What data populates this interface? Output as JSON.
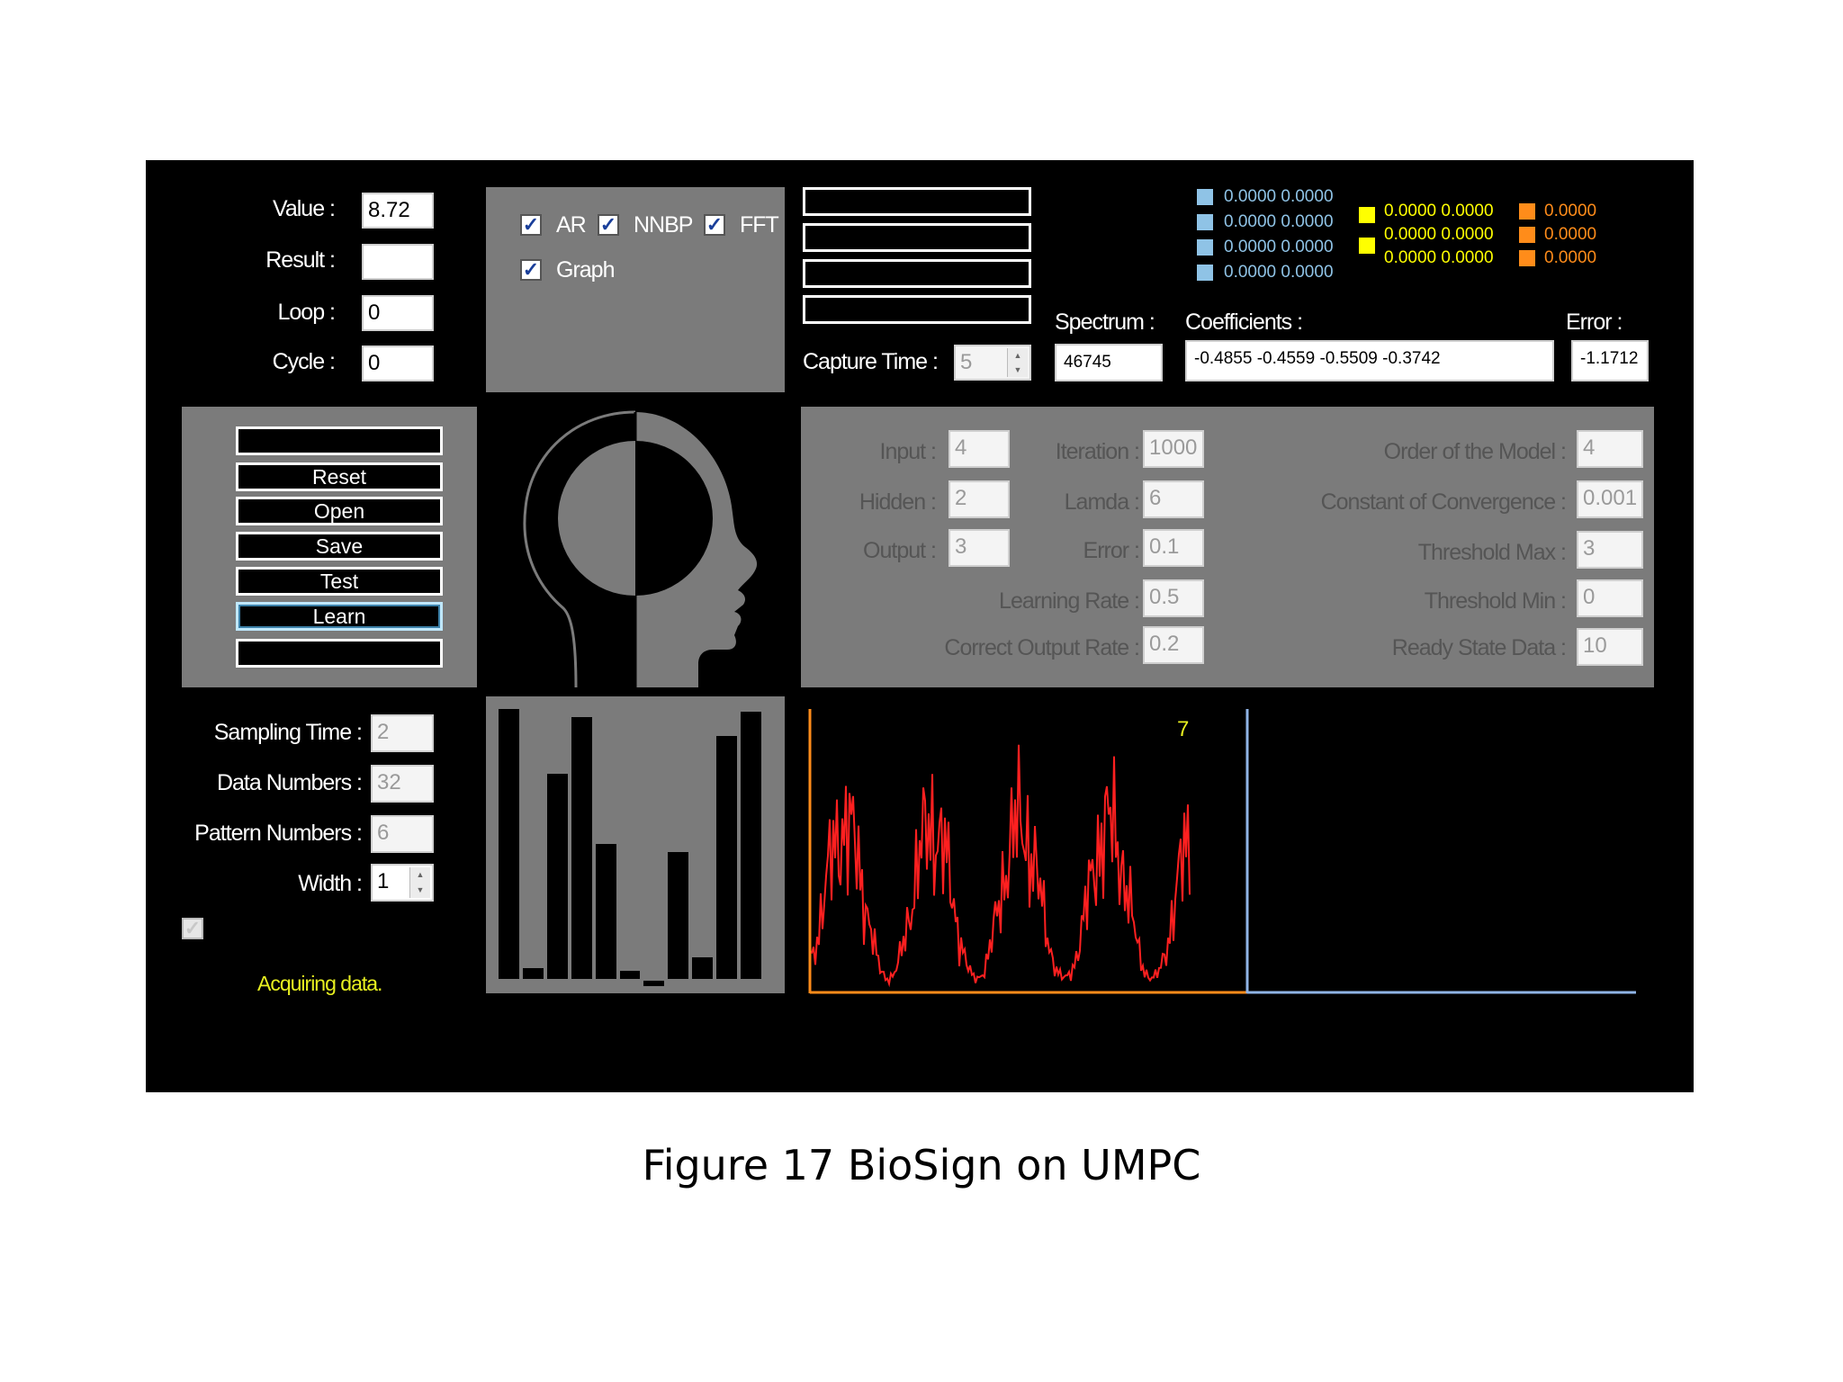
{
  "top_fields": {
    "value_label": "Value :",
    "value": "8.72",
    "result_label": "Result :",
    "result": "",
    "loop_label": "Loop :",
    "loop": "0",
    "cycle_label": "Cycle :",
    "cycle": "0"
  },
  "options": {
    "ar_label": "AR",
    "ar_checked": true,
    "nnbp_label": "NNBP",
    "nnbp_checked": true,
    "fft_label": "FFT",
    "fft_checked": true,
    "graph_label": "Graph",
    "graph_checked": true,
    "check_glyph": "✓"
  },
  "capture": {
    "label": "Capture Time :",
    "value": "5"
  },
  "spectrum": {
    "label": "Spectrum :",
    "value": "46745"
  },
  "coefficients": {
    "label": "Coefficients :",
    "values": "-0.4855   -0.4559   -0.5509   -0.3742"
  },
  "error_top": {
    "label": "Error :",
    "value": "-1.1712"
  },
  "weights": {
    "blue_color": "#8fc3e6",
    "yellow_color": "#ffff00",
    "orange_color": "#ff8c1a",
    "blue_rows": [
      "0.0000  0.0000",
      "0.0000  0.0000",
      "0.0000  0.0000",
      "0.0000  0.0000"
    ],
    "yellow_rows": [
      "0.0000  0.0000",
      "0.0000  0.0000",
      "0.0000  0.0000"
    ],
    "orange_rows": [
      "0.0000",
      "0.0000",
      "0.0000"
    ]
  },
  "buttons": {
    "blank_top": "",
    "reset": "Reset",
    "open": "Open",
    "save": "Save",
    "test": "Test",
    "learn": "Learn",
    "blank_bottom": ""
  },
  "nn_params": {
    "input_label": "Input :",
    "input": "4",
    "hidden_label": "Hidden :",
    "hidden": "2",
    "output_label": "Output :",
    "output": "3",
    "iteration_label": "Iteration :",
    "iteration": "1000",
    "lamda_label": "Lamda :",
    "lamda": "6",
    "error_label": "Error :",
    "error": "0.1",
    "learning_rate_label": "Learning Rate :",
    "learning_rate": "0.5",
    "correct_output_rate_label": "Correct Output Rate :",
    "correct_output_rate": "0.2"
  },
  "model_params": {
    "order_label": "Order of the Model :",
    "order": "4",
    "convergence_label": "Constant of Convergence :",
    "convergence": "0.001",
    "threshold_max_label": "Threshold Max :",
    "threshold_max": "3",
    "threshold_min_label": "Threshold Min :",
    "threshold_min": "0",
    "ready_state_label": "Ready State Data :",
    "ready_state": "10"
  },
  "sampling": {
    "sampling_time_label": "Sampling Time :",
    "sampling_time": "2",
    "data_numbers_label": "Data Numbers :",
    "data_numbers": "32",
    "pattern_numbers_label": "Pattern Numbers :",
    "pattern_numbers": "6",
    "width_label": "Width :",
    "width": "1"
  },
  "status": {
    "text": "Acquiring data.",
    "color": "#e8f020"
  },
  "spectrum_bars": [
    1.0,
    0.04,
    0.76,
    0.97,
    0.5,
    0.03,
    0.0,
    0.47,
    0.08,
    0.9,
    0.99
  ],
  "signal_chart": {
    "line_color": "#ff2020",
    "axis_color": "#ff8c1a",
    "peak_label": "7",
    "peak_color": "#e8f020"
  },
  "output_chart": {
    "axis_color": "#8fb4e6"
  },
  "caption": "Figure 17  BioSign on UMPC"
}
